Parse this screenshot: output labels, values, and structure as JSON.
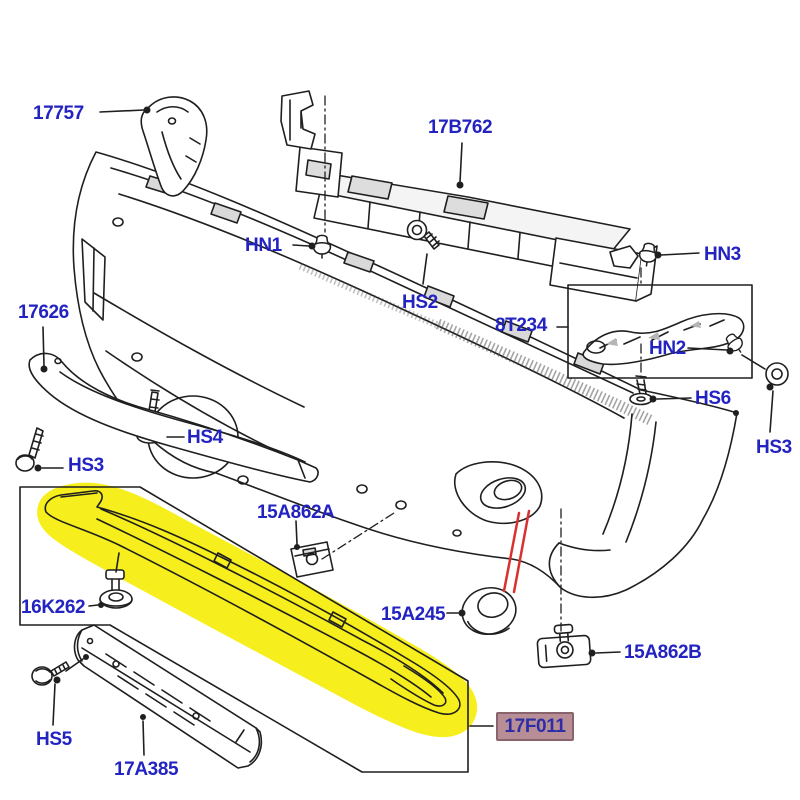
{
  "diagram": {
    "type": "exploded-parts-diagram",
    "subject": "front bumper assembly",
    "background": "#ffffff",
    "colors": {
      "label_text": "#2323c2",
      "line": "#1f1f1f",
      "highlight": "#f6ee1d",
      "callout_bg": "#b78e96",
      "callout_border": "#8a646c",
      "pointer_red": "#d93030"
    },
    "highlighted_part": "17F011",
    "labels": [
      {
        "id": "17757",
        "text": "17757"
      },
      {
        "id": "17B762",
        "text": "17B762"
      },
      {
        "id": "HN1",
        "text": "HN1"
      },
      {
        "id": "HS2",
        "text": "HS2"
      },
      {
        "id": "HN3",
        "text": "HN3"
      },
      {
        "id": "8T234",
        "text": "8T234"
      },
      {
        "id": "HN2",
        "text": "HN2"
      },
      {
        "id": "HS6",
        "text": "HS6"
      },
      {
        "id": "HS3_right",
        "text": "HS3"
      },
      {
        "id": "17626",
        "text": "17626"
      },
      {
        "id": "HS4",
        "text": "HS4"
      },
      {
        "id": "HS3_left",
        "text": "HS3"
      },
      {
        "id": "15A862A",
        "text": "15A862A"
      },
      {
        "id": "16K262",
        "text": "16K262"
      },
      {
        "id": "15A245",
        "text": "15A245"
      },
      {
        "id": "15A862B",
        "text": "15A862B"
      },
      {
        "id": "HS5",
        "text": "HS5"
      },
      {
        "id": "17A385",
        "text": "17A385"
      },
      {
        "id": "17F011",
        "text": "17F011"
      }
    ]
  }
}
